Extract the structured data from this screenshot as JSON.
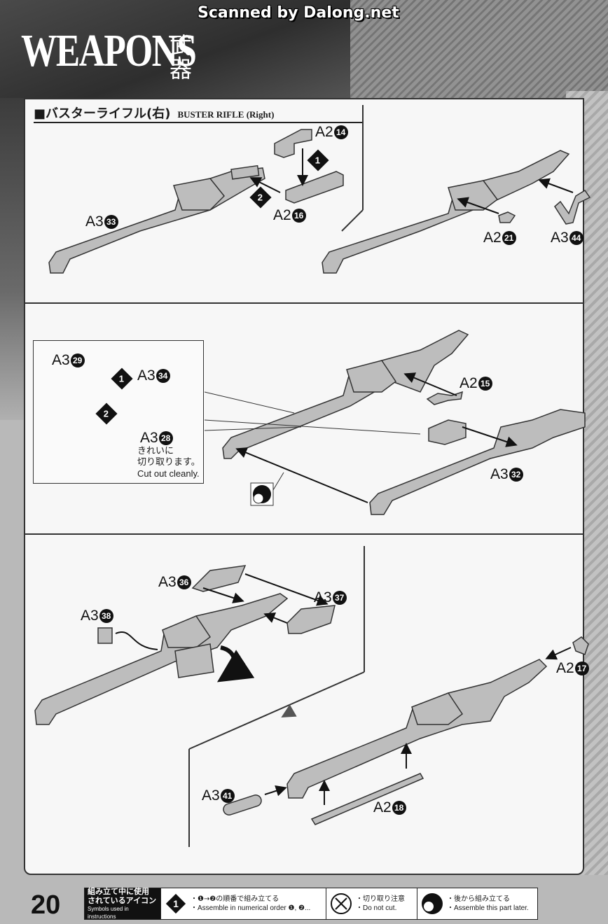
{
  "credit": "Scanned by Dalong.net",
  "header": {
    "title": "WEAPONS",
    "title_jp": "武器"
  },
  "section": {
    "title_jp": "■バスターライフル(右)",
    "title_en": "BUSTER RIFLE (Right)"
  },
  "step1": {
    "labels": [
      {
        "part": "A2",
        "num": "14"
      },
      {
        "part": "A2",
        "num": "16"
      },
      {
        "part": "A3",
        "num": "33"
      },
      {
        "part": "A2",
        "num": "21"
      },
      {
        "part": "A3",
        "num": "44"
      }
    ],
    "badges": [
      "1",
      "2"
    ]
  },
  "step2": {
    "labels": [
      {
        "part": "A3",
        "num": "29"
      },
      {
        "part": "A3",
        "num": "34"
      },
      {
        "part": "A3",
        "num": "28"
      },
      {
        "part": "A2",
        "num": "15"
      },
      {
        "part": "A3",
        "num": "32"
      }
    ],
    "badges": [
      "1",
      "2"
    ],
    "note_jp_1": "きれいに",
    "note_jp_2": "切り取ります。",
    "note_en": "Cut out cleanly."
  },
  "step3": {
    "labels": [
      {
        "part": "A3",
        "num": "36"
      },
      {
        "part": "A3",
        "num": "37"
      },
      {
        "part": "A3",
        "num": "38"
      },
      {
        "part": "A2",
        "num": "17"
      },
      {
        "part": "A3",
        "num": "41"
      },
      {
        "part": "A2",
        "num": "18"
      }
    ]
  },
  "footer": {
    "page_number": "20",
    "legend_title_jp_1": "組み立て中に使用",
    "legend_title_jp_2": "されているアイコン",
    "legend_title_en": "Symbols used in instructions",
    "icon1_glyph": "1",
    "icon1_jp": "・❶→❷の順番で組み立てる",
    "icon1_en": "・Assemble in numerical order ❶, ❷...",
    "icon2_jp": "・切り取り注意",
    "icon2_en": "・Do not cut.",
    "icon3_jp": "・後から組み立てる",
    "icon3_en": "・Assemble this part later."
  },
  "colors": {
    "part_fill": "#bdbdbd",
    "part_stroke": "#333333",
    "accent": "#111111"
  }
}
